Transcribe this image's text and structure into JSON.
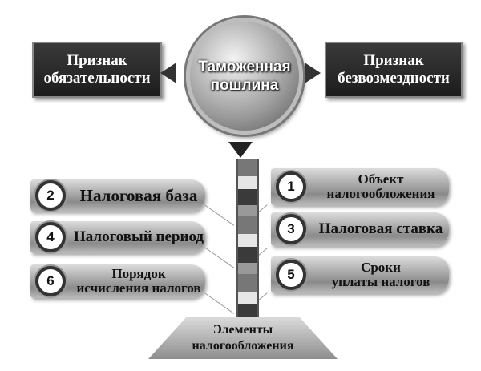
{
  "center": {
    "line1": "Таможенная",
    "line2": "пошлина"
  },
  "left_box": {
    "line1": "Признак",
    "line2": "обязательности"
  },
  "right_box": {
    "line1": "Признак",
    "line2": "безвозмездности"
  },
  "elements": [
    {
      "number": "1",
      "line1": "Объект",
      "line2": "налогообложения"
    },
    {
      "number": "2",
      "line1": "Налоговая база",
      "line2": ""
    },
    {
      "number": "3",
      "line1": "Налоговая ставка",
      "line2": ""
    },
    {
      "number": "4",
      "line1": "Налоговый период",
      "line2": ""
    },
    {
      "number": "5",
      "line1": "Сроки",
      "line2": "уплаты налогов"
    },
    {
      "number": "6",
      "line1": "Порядок",
      "line2": "исчисления налогов"
    }
  ],
  "base": {
    "line1": "Элементы",
    "line2": "налогообложения"
  }
}
